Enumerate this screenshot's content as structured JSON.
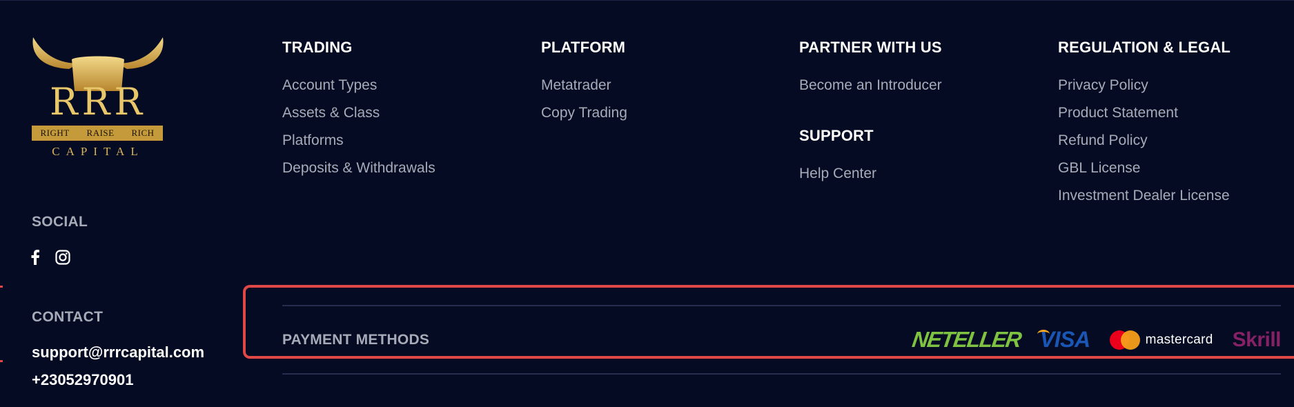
{
  "brand": {
    "letters": "RRR",
    "band_words": [
      "RIGHT",
      "RAISE",
      "RICH"
    ],
    "capital": "CAPITAL",
    "gold": "#e8c66a"
  },
  "social": {
    "heading": "SOCIAL",
    "icons": [
      "facebook-icon",
      "instagram-icon"
    ]
  },
  "contact": {
    "heading": "CONTACT",
    "email": "support@rrrcapital.com",
    "phone": "+23052970901"
  },
  "columns": {
    "trading": {
      "heading": "TRADING",
      "links": [
        "Account Types",
        "Assets & Class",
        "Platforms",
        "Deposits & Withdrawals"
      ]
    },
    "platform": {
      "heading": "PLATFORM",
      "links": [
        "Metatrader",
        "Copy Trading"
      ]
    },
    "partner": {
      "heading": "PARTNER WITH US",
      "links": [
        "Become an Introducer"
      ]
    },
    "support": {
      "heading": "SUPPORT",
      "links": [
        "Help Center"
      ]
    },
    "legal": {
      "heading": "REGULATION & LEGAL",
      "links": [
        "Privacy Policy",
        "Product Statement",
        "Refund Policy",
        "GBL License",
        "Investment Dealer License"
      ]
    }
  },
  "payment": {
    "label": "PAYMENT METHODS",
    "methods": {
      "neteller": "NETELLER",
      "visa": "VISA",
      "mastercard": "mastercard",
      "skrill": "Skrill"
    }
  },
  "colors": {
    "background": "#060b24",
    "muted_text": "#a7abb8",
    "highlight": "#e04848"
  }
}
